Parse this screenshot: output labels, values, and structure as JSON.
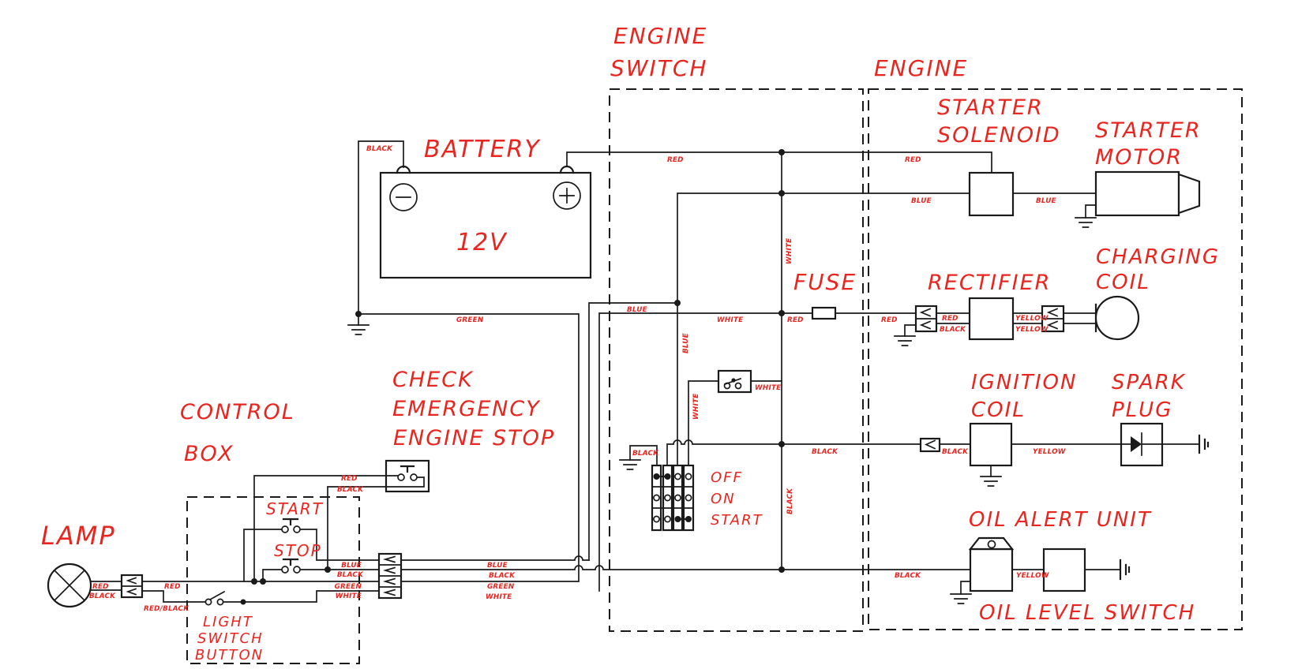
{
  "titles": {
    "lamp": "LAMP",
    "battery": "BATTERY",
    "battery_voltage": "12V",
    "engine_switch_line1": "ENGINE",
    "engine_switch_line2": "SWITCH",
    "engine": "ENGINE",
    "starter_solenoid_line1": "STARTER",
    "starter_solenoid_line2": "SOLENOID",
    "starter_motor_line1": "STARTER",
    "starter_motor_line2": "MOTOR",
    "charging_coil_line1": "CHARGING",
    "charging_coil_line2": "COIL",
    "fuse": "FUSE",
    "rectifier": "RECTIFIER",
    "ignition_coil_line1": "IGNITION",
    "ignition_coil_line2": "COIL",
    "spark_plug_line1": "SPARK",
    "spark_plug_line2": "PLUG",
    "oil_alert_unit": "OIL ALERT UNIT",
    "oil_level_switch": "OIL LEVEL SWITCH",
    "check_line1": "CHECK",
    "check_line2": "EMERGENCY",
    "check_line3": "ENGINE STOP",
    "control_box_line1": "CONTROL",
    "control_box_line2": "BOX",
    "start_button": "START",
    "stop_button": "STOP",
    "light_switch_line1": "LIGHT",
    "light_switch_line2": "SWITCH",
    "light_switch_line3": "BUTTON",
    "switch_off": "OFF",
    "switch_on": "ON",
    "switch_start": "START"
  },
  "wire_labels": {
    "battery_neg_black": "BLACK",
    "battery_pos_red": "RED",
    "solenoid_red": "RED",
    "solenoid_blue_in": "BLUE",
    "solenoid_blue_out": "BLUE",
    "white_vertical_top": "WHITE",
    "green_main": "GREEN",
    "blue_main": "BLUE",
    "white_main": "WHITE",
    "fuse_red_in": "RED",
    "fuse_red_out": "RED",
    "rectifier_red": "RED",
    "rectifier_black": "BLACK",
    "rectifier_yellow_top": "YELLOW",
    "rectifier_yellow_bottom": "YELLOW",
    "blue_vertical": "BLUE",
    "white_vertical_mid": "WHITE",
    "check_switch_white": "WHITE",
    "block_ground_black": "BLACK",
    "ignition_black_left": "BLACK",
    "ignition_black_right": "BLACK",
    "black_vertical": "BLACK",
    "ignition_yellow": "YELLOW",
    "oil_black": "BLACK",
    "oil_yellow": "YELLOW",
    "lamp_red": "RED",
    "lamp_black": "BLACK",
    "lamp_red_after": "RED",
    "lamp_redblack": "RED/BLACK",
    "estop_red": "RED",
    "estop_black": "BLACK",
    "conn_left_blue": "BLUE",
    "conn_left_black": "BLACK",
    "conn_left_green": "GREEN",
    "conn_left_white": "WHITE",
    "conn_right_blue": "BLUE",
    "conn_right_black": "BLACK",
    "conn_right_green": "GREEN",
    "conn_right_white": "WHITE"
  }
}
